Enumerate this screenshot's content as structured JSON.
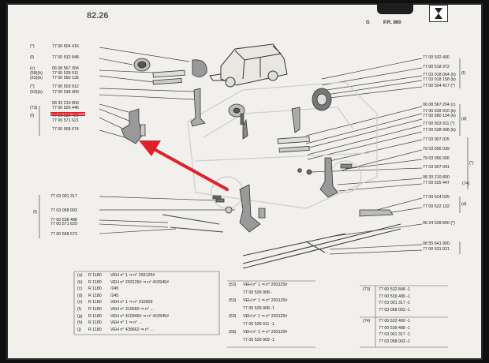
{
  "header": {
    "page_code": "82.26",
    "ref": "P.R. 860",
    "corner_g": "G"
  },
  "left_refs": [
    {
      "id": "l1",
      "tag": "(*)",
      "text": "77 00 504 416"
    },
    {
      "id": "l2",
      "tag": "(f)",
      "text": "77 00 532 848"
    },
    {
      "id": "l3",
      "tag": "(c)",
      "text": "06 08 567 304"
    },
    {
      "id": "l4",
      "tag": "(58)(b)",
      "text": "77 00 539 911"
    },
    {
      "id": "l5",
      "tag": "(53)(b)",
      "text": "77 00 560 135"
    },
    {
      "id": "l6",
      "tag": "(*)",
      "text": "77 00 503 912"
    },
    {
      "id": "l7",
      "tag": "(52)(b)",
      "text": "77 00 538 909"
    },
    {
      "id": "l8",
      "tag": "",
      "text": "08 33 210 800"
    },
    {
      "id": "l9",
      "tag": "(73)",
      "text": "77 00 525 446"
    },
    {
      "id": "l10",
      "tag": "(f)",
      "text": "77 00 539 489"
    },
    {
      "id": "l11",
      "tag": "",
      "text": "77 00 571 621"
    },
    {
      "id": "l12",
      "tag": "",
      "text": "77 00 568 674"
    }
  ],
  "left_group2": [
    {
      "id": "g1",
      "text": "77 03 001 317"
    },
    {
      "id": "g2",
      "text": "77 03 058 003"
    },
    {
      "id": "g3",
      "text": "77 00 538 488"
    },
    {
      "id": "g4",
      "text": "77 00 571 620"
    },
    {
      "id": "g5",
      "text": "77 00 568 673"
    }
  ],
  "left_group2_tag": "(f)",
  "right_refs": [
    {
      "id": "r1",
      "text": "77 00 532 400"
    },
    {
      "id": "r2",
      "text": "77 00 518 972"
    },
    {
      "id": "r3",
      "text": "77 03 018 064 (b)"
    },
    {
      "id": "r4",
      "text": "77 03 018 158 (b)"
    },
    {
      "id": "r5",
      "text": "77 00 504 417 (*)"
    },
    {
      "id": "r6",
      "text": "06 08 567 204 (c)"
    },
    {
      "id": "r7",
      "text": "77 00 539 910 (b)"
    },
    {
      "id": "r8",
      "text": "77 00 580 134 (b)"
    },
    {
      "id": "r9",
      "text": "77 00 503 911 (*)"
    },
    {
      "id": "r10",
      "text": "77 00 538 908 (b)"
    },
    {
      "id": "r11",
      "text": "77 03 007 025"
    },
    {
      "id": "r12",
      "text": "79 03 056 039"
    },
    {
      "id": "r13",
      "text": "79 03 056 006"
    },
    {
      "id": "r14",
      "text": "77 03 007 091"
    },
    {
      "id": "r15",
      "text": "08 33 210 800"
    },
    {
      "id": "r16",
      "text": "77 00 525 447"
    },
    {
      "id": "r17",
      "text": "77 00 524 025"
    },
    {
      "id": "r18",
      "text": "77 00 522 102"
    },
    {
      "id": "r19",
      "text": "08 24 528 800 (*)"
    },
    {
      "id": "r20",
      "text": "08 55 641 900"
    },
    {
      "id": "r21",
      "text": "77 00 531 021"
    }
  ],
  "right_tags": {
    "t1": "(f)",
    "t2": "(d)",
    "t3": "(*)",
    "t4": "(74)",
    "t5": "(d)"
  },
  "notes_left": [
    {
      "tag": "(a)",
      "model": "R 1180",
      "note": "VEH n° 1 ⇒ n° 293125#"
    },
    {
      "tag": "(b)",
      "model": "R 1180",
      "note": "VEH n° 293126# ⇒ n° 410945#"
    },
    {
      "tag": "(c)",
      "model": "R 1180",
      "note": "/245"
    },
    {
      "tag": "(d)",
      "model": "R 1180",
      "note": "/245"
    },
    {
      "tag": "(e)",
      "model": "R 1180",
      "note": "VEH n° 1 ⇒ n° 310659"
    },
    {
      "tag": "(f)",
      "model": "R 1180",
      "note": "VEH n° 310660 ⇒ n° ..."
    },
    {
      "tag": "(g)",
      "model": "R 1180",
      "note": "VEH n° 410946# ⇒ n° 410945#"
    },
    {
      "tag": "(h)",
      "model": "R 1180",
      "note": "VEH n° 1 ⇒ n° ..."
    },
    {
      "tag": "(j)",
      "model": "R 1180",
      "note": "VEH n° 439662 ⇒ n° ..."
    }
  ],
  "notes_mid": [
    {
      "tag": "(53)",
      "note": "VEH n° 1 ⇒ n° 293125#"
    },
    {
      "tag": "",
      "note": "77 00 539 908 -"
    },
    {
      "tag": "(53)",
      "note": "VEH n° 1 ⇒ n° 293125#"
    },
    {
      "tag": "",
      "note": "77 00 539 908 -1"
    },
    {
      "tag": "(53)",
      "note": "VEH n° 1 ⇒ n° 293125#"
    },
    {
      "tag": "",
      "note": "77 00 539 911 -1"
    },
    {
      "tag": "(58)",
      "note": "VEH n° 1 ⇒ n° 293125#"
    },
    {
      "tag": "",
      "note": "77 00 539 909 -1"
    }
  ],
  "notes_right": [
    {
      "tag": "(73)",
      "lines": [
        "77 00 532 848 -1",
        "77 00 539 489 -1",
        "77 03 001 317 -1",
        "77 03 058 003 -1"
      ]
    },
    {
      "tag": "(74)",
      "lines": [
        "77 00 532 400 -1",
        "77 00 539 488 -1",
        "77 03 001 317 -1",
        "77 03 058 003 -1"
      ]
    }
  ],
  "colors": {
    "annotation_red": "#e0202a",
    "ink": "#222222",
    "paper": "#f1f0ec"
  }
}
